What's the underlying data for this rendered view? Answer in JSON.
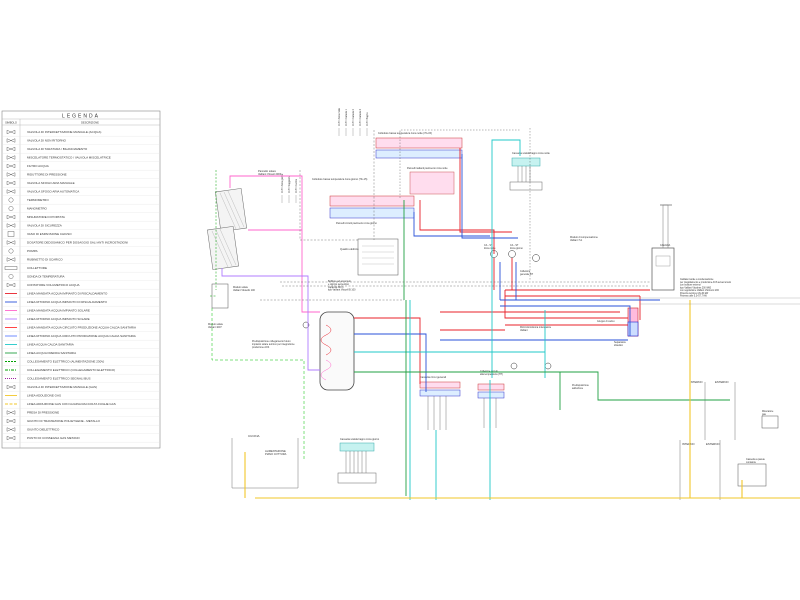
{
  "legend": {
    "title": "LEGENDA",
    "col_symbol": "SIMBOLO",
    "col_description": "DESCRIZIONE",
    "items": [
      "VALVOLA DI INTERCETTAZIONE MANUALE (ACQUA)",
      "VALVOLA DI NON RITORNO",
      "VALVOLA DI TARATURA / BILANCIAMENTO",
      "MISCELATORE TERMOSTATICO / VALVOLA MISCELATRICE",
      "FILTRO ACQUA",
      "RIDUTTORE DI PRESSIONE",
      "VALVOLA SFOGO ARIA MANUALE",
      "VALVOLA SFOGO ARIA AUTOMATICA",
      "TERMOMETRO",
      "MANOMETRO",
      "MISURATORE DI PORTATA",
      "VALVOLA DI SICUREZZA",
      "VASO DI ESPANSIONE CHIUSO",
      "DOSATORE DEDOSAMICO PER DOSAGGIO SALI ANTI INCROSTAZIONI",
      "POMPA",
      "RUBINETTO DI SCARICO",
      "COLLETTORE",
      "SONDA DI TEMPERATURA",
      "CONTATORE VOLUMETRICO ACQUA",
      "LINEA MANDATA ACQUA IMPIANTO DI RISCALDAMENTO",
      "LINEA RITORNO ACQUA IMPIANTO DI RISCALDAMENTO",
      "LINEA MANDATA ACQUA IMPIANTO SOLARE",
      "LINEA RITORNO ACQUA IMPIANTO SOLARE",
      "LINEA MANDATA ACQUA CIRCUITO PRODUZIONE ACQUA CALDA SANITARIA",
      "LINEA RITORNO ACQUA CIRCUITO PRODUZIONE ACQUA CALDA SANITARIA",
      "LINEA ACQUA CALDA SANITARIA",
      "LINEA ACQUA FREDDA SANITARIA",
      "COLLEGAMENTO ELETTRICO (ALIMENTAZIONE 230V)",
      "COLLEGAMENTO ELETTRICO (COLLEGAMENTO ELETTRICO)",
      "COLLEGAMENTO ELETTRICO SEGNALI BUS",
      "VALVOLA DI INTERCETTAZIONE MANUALE (GAS)",
      "LINEA ADDUZIONE GAS",
      "LINEA ADDUZIONE GAS CON GUAINA RACCOLTA FUGHE GAS",
      "PRESA DI PRESSIONE",
      "GIUNTO DI TRANSIZIONE POLIETILENE - METALLO",
      "GIUNTO DIELETTRICO",
      "PUNTO DI CONSEGNA GAS METANO"
    ]
  },
  "labels": {
    "solar_panels": "Pannello solare\nVaillant Vitosol 200F",
    "collector_low_temp": "Collettore bassa temperatura zona notte (70÷15)",
    "towel_warmer": "Cassetta scalda bagno zona notte",
    "collector_low_temp_day": "Collettore bassa temperatura zona giorno (70÷15)",
    "panels_night": "Pannelli radianti pavimento zona notte",
    "panels_day": "Pannelli circuiti pavimento zona giorno",
    "electrical_panel": "Quadro elettrico",
    "storage_tank": "Bollitore ad accumulo\ne doppio serpentino\ncapacità 300 lt\ntipo Vaillant Vitocell B 100",
    "solar_module": "Modulo solare\nVaillant Vitosolic 100",
    "solar_station": "Modulo solare\nVaillant 1007",
    "ca_night": "CA - ST\nZona notte",
    "ca_day": "CA - ST\nZona giorno",
    "general_collector": "Collettore\ngenerale BT",
    "pressure_module": "Modulo di compensazione\nVaillant 7x1",
    "boiler_note": "Caldaia murale a condensazione\nper riscaldamento e produzione ACS ad accumulo\ncon bollitore esterno\ntipo Vaillant Vitodens 200 W60\ncon regolazione Vaillant Vitotronic 200\nPotenza termica 4,8÷60 kW\nPotenza utile 5,3÷57,7 kW",
    "hydraulic_separator": "Separatore\nidraulico",
    "safety_group": "Gruppo di carico",
    "recirculation": "Ricircolo/colonna miscelatore\nVaillant",
    "precision_heating": "Predisposizione collegamento futuro\nimpianto solare termico per integrazione\nproduzione ACS",
    "collector_high_temp": "Collettore circuiti\nalta temperatura (HT)",
    "towel_warmer_day": "Cassetta scalda bagno zona giorno",
    "general_box": "Cassetta circui generali",
    "adduction_gas": "Predisposizione\nadduzione",
    "kitchen": "CUCINA",
    "gas_feed": "ALIMENTAZIONE\nPIANO COTTURA",
    "boiler_room": "CALDAIA",
    "internal": "INTERNO",
    "external": "ESTERNO",
    "gas_meter": "Misuratore\ngas",
    "box_wall": "Cassetta a parete\ncontatore",
    "zone_circuits_night": [
      "Ci.TF Zona notte",
      "Ci.TF Camera 1",
      "Ci.TF Camera 2",
      "Ci.TF Camera 3",
      "Ci.TF Bagno"
    ],
    "zone_circuits_day": [
      "Ci.TF Zona giorno",
      "Ci.TF Soggiorno",
      "Ci.TF Cucina"
    ]
  },
  "colors": {
    "heat_flow": "#e8202a",
    "heat_return": "#2a52d8",
    "solar_flow": "#ff66cc",
    "solar_return": "#b07cff",
    "dhw": "#20c8c8",
    "cold_water": "#22a043",
    "gas": "#f2c72a",
    "electric": "#00a000",
    "frame": "#444444"
  }
}
